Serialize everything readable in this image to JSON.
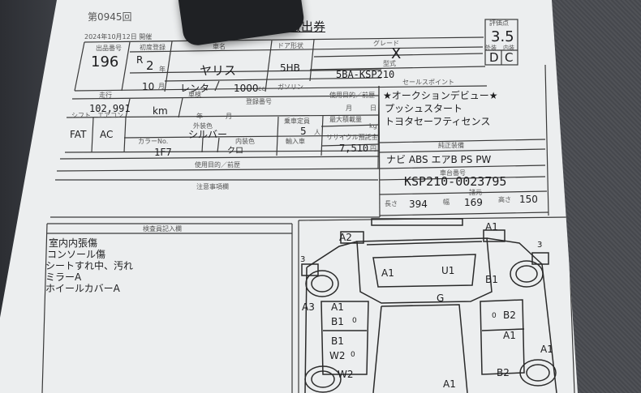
{
  "header": {
    "session": "第0945回",
    "date": "2024年10月12日 開催",
    "title": "車両搬出券"
  },
  "labels": {
    "lot": "出品番号",
    "year": "初度登録",
    "car_name": "車名",
    "door": "ドア形状",
    "grade": "グレード",
    "score": "評価点",
    "exterior": "外装",
    "interior": "内装",
    "model_type": "型式",
    "sales_point": "セールスポイント",
    "mileage": "走行",
    "inspection": "車検",
    "registration_no": "登録番号",
    "shift": "シフト",
    "aircon": "エアコン",
    "color_ext": "外装色",
    "color_code": "カラーNo.",
    "interior_color": "内装色",
    "capacity": "乗車定員",
    "max_load": "最大積載量",
    "recycle": "リサイクル預託金",
    "import": "輸入車",
    "history": "使用目的／前歴",
    "equipment": "純正装備",
    "chassis": "車台番号",
    "dimensions": "諸元",
    "attention": "注意事項欄",
    "inspector": "検査員記入欄",
    "month": "月",
    "day": "日",
    "era_year": "年",
    "month2": "月",
    "displacement_unit": "cc",
    "kg": "kg",
    "person_unit": "人",
    "yen": "円"
  },
  "vehicle": {
    "lot_no": "196",
    "era": "R",
    "year": "2",
    "year_suffix": "年",
    "month": "10",
    "month_suffix": "月",
    "name": "ヤリス",
    "door": "5HB",
    "grade": "X",
    "model": "5BA-KSP210",
    "history": "レンタ",
    "displacement": "1000",
    "fuel": "ガソリン",
    "mileage": "102,991",
    "mileage_unit": "km",
    "shift": "FAT",
    "aircon": "AC",
    "color": "シルバー",
    "color_code": "1F7",
    "interior_color": "クロ",
    "capacity": "5",
    "recycle": "7,510",
    "chassis": "KSP210-0023795",
    "length_label": "長さ",
    "length": "394",
    "width_label": "幅",
    "width": "169",
    "height_label": "高さ",
    "height": "150"
  },
  "score": {
    "overall": "3.5",
    "exterior": "D",
    "interior": "C"
  },
  "sales_points": [
    "★オークションデビュー★",
    "プッシュスタート",
    "トヨタセーフティセンス"
  ],
  "equipment": "ナビ ABS エアB PS PW",
  "inspector_notes": [
    "室内内張傷",
    "コンソール傷",
    "シートすれ中、汚れ",
    "ミラーA",
    "ホイールカバーA"
  ],
  "damage": {
    "a2_top": "A2",
    "a1_top": "A1",
    "bracket_left": "3",
    "bracket_right": "3",
    "a1_hood": "A1",
    "u1": "U1",
    "b1_right_front": "B1",
    "a3": "A3",
    "g": "G",
    "a1_left_door": "A1",
    "b1_left": "B1",
    "b2_right": "B2",
    "a1_right_door": "A1",
    "b1_left_rear": "B1",
    "w2": "W2",
    "a1_far_right": "A1",
    "w2_bottom": "W2",
    "b2_bottom": "B2",
    "a1_rear": "A1",
    "zero1": "0",
    "zero2": "0",
    "zero3": "0"
  }
}
